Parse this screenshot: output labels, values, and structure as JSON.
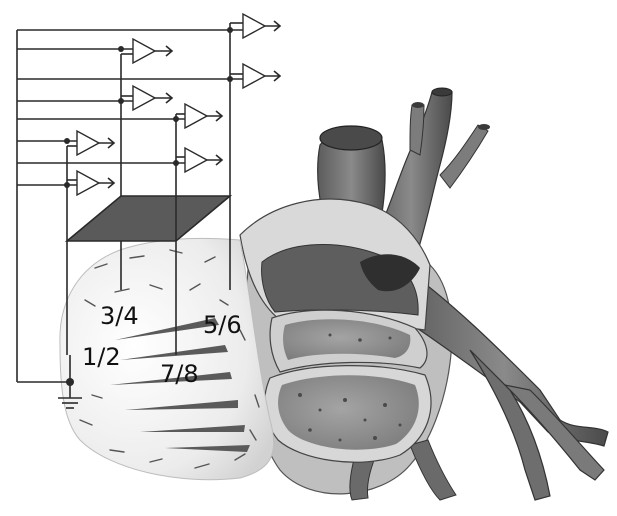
{
  "figure": {
    "electrode_labels": {
      "pair_12": "1/2",
      "pair_34": "3/4",
      "pair_56": "5/6",
      "pair_78": "7/8"
    },
    "components": {
      "amplifiers": 8,
      "ground_symbol": "ground-icon",
      "electrode_array": "grid-plate"
    },
    "colors": {
      "wire": "#2a2a2a",
      "plate": "#5a5a5a",
      "vessel": "#6b6b6b",
      "vessel_dark": "#3d3d3d",
      "myocardium": "#efefef",
      "chamber": "#9a9a9a"
    }
  }
}
